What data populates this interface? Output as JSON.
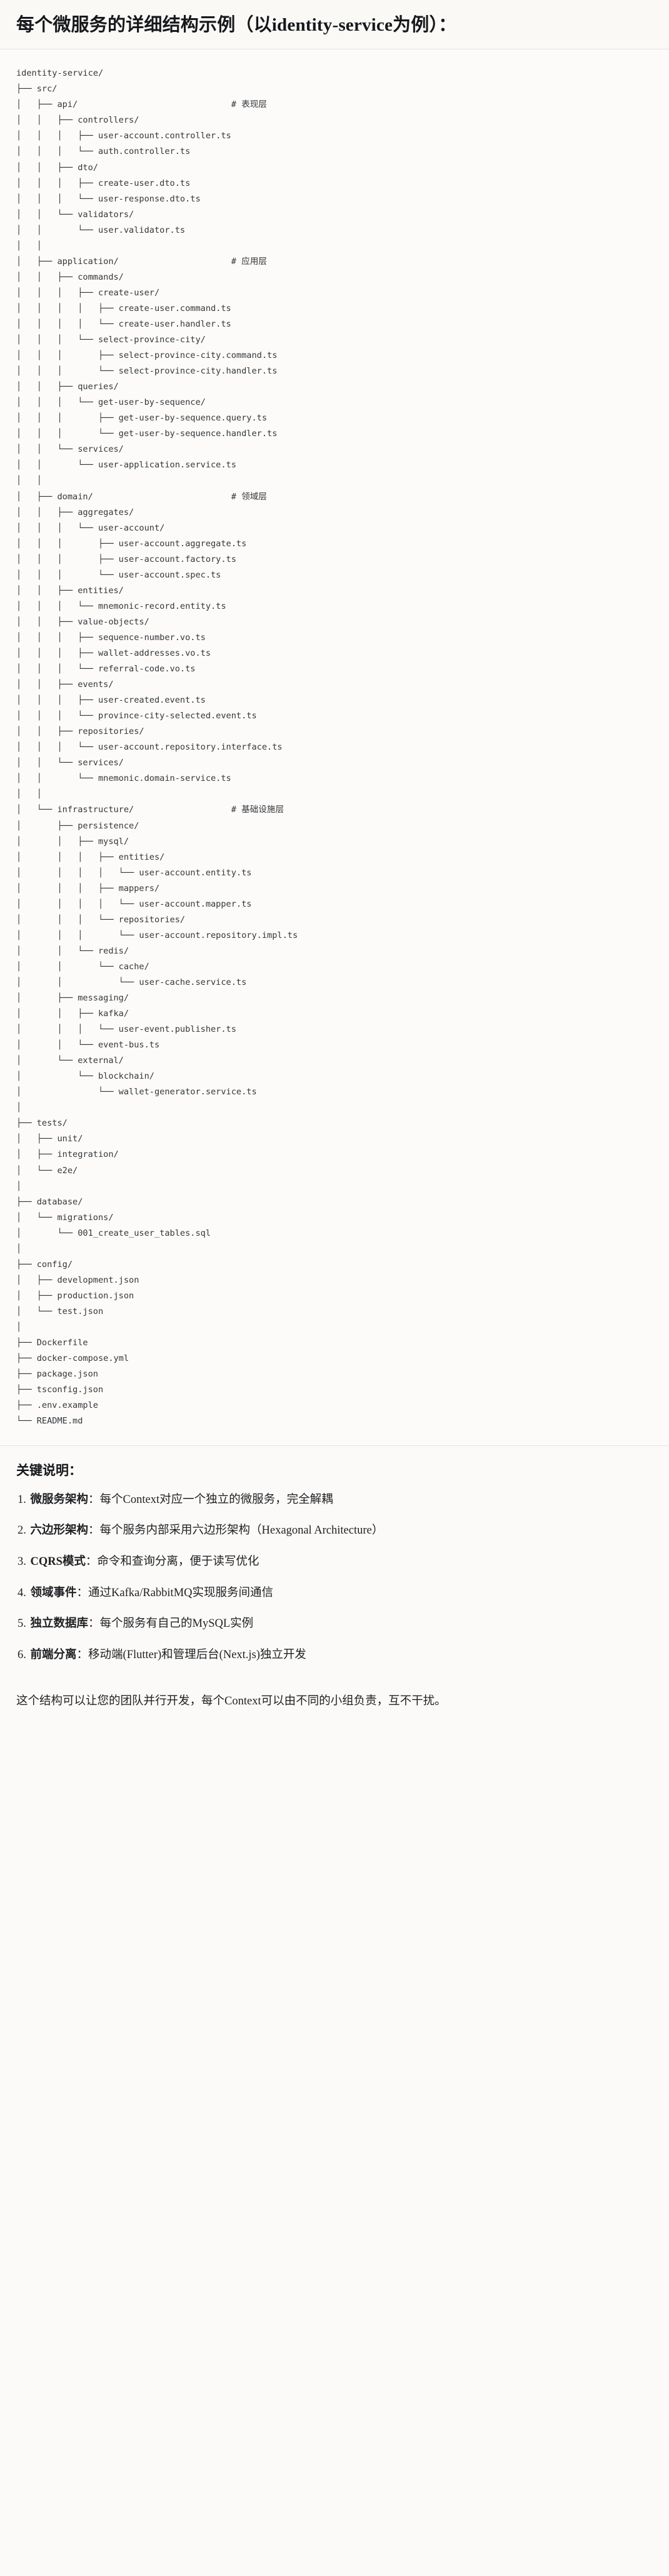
{
  "header": {
    "title": "每个微服务的详细结构示例（以identity-service为例）："
  },
  "tree": {
    "root": "identity-service/",
    "comment_marker": "#",
    "comments": {
      "api": "# 表现层",
      "application": "# 应用层",
      "domain": "# 领域层",
      "infrastructure": "# 基础设施层"
    },
    "text": "identity-service/\n├── src/\n│   ├── api/                              # 表现层\n│   │   ├── controllers/\n│   │   │   ├── user-account.controller.ts\n│   │   │   └── auth.controller.ts\n│   │   ├── dto/\n│   │   │   ├── create-user.dto.ts\n│   │   │   └── user-response.dto.ts\n│   │   └── validators/\n│   │       └── user.validator.ts\n│   │\n│   ├── application/                      # 应用层\n│   │   ├── commands/\n│   │   │   ├── create-user/\n│   │   │   │   ├── create-user.command.ts\n│   │   │   │   └── create-user.handler.ts\n│   │   │   └── select-province-city/\n│   │   │       ├── select-province-city.command.ts\n│   │   │       └── select-province-city.handler.ts\n│   │   ├── queries/\n│   │   │   └── get-user-by-sequence/\n│   │   │       ├── get-user-by-sequence.query.ts\n│   │   │       └── get-user-by-sequence.handler.ts\n│   │   └── services/\n│   │       └── user-application.service.ts\n│   │\n│   ├── domain/                           # 领域层\n│   │   ├── aggregates/\n│   │   │   └── user-account/\n│   │   │       ├── user-account.aggregate.ts\n│   │   │       ├── user-account.factory.ts\n│   │   │       └── user-account.spec.ts\n│   │   ├── entities/\n│   │   │   └── mnemonic-record.entity.ts\n│   │   ├── value-objects/\n│   │   │   ├── sequence-number.vo.ts\n│   │   │   ├── wallet-addresses.vo.ts\n│   │   │   └── referral-code.vo.ts\n│   │   ├── events/\n│   │   │   ├── user-created.event.ts\n│   │   │   └── province-city-selected.event.ts\n│   │   ├── repositories/\n│   │   │   └── user-account.repository.interface.ts\n│   │   └── services/\n│   │       └── mnemonic.domain-service.ts\n│   │\n│   └── infrastructure/                   # 基础设施层\n│       ├── persistence/\n│       │   ├── mysql/\n│       │   │   ├── entities/\n│       │   │   │   └── user-account.entity.ts\n│       │   │   ├── mappers/\n│       │   │   │   └── user-account.mapper.ts\n│       │   │   └── repositories/\n│       │   │       └── user-account.repository.impl.ts\n│       │   └── redis/\n│       │       └── cache/\n│       │           └── user-cache.service.ts\n│       ├── messaging/\n│       │   ├── kafka/\n│       │   │   └── user-event.publisher.ts\n│       │   └── event-bus.ts\n│       └── external/\n│           └── blockchain/\n│               └── wallet-generator.service.ts\n│\n├── tests/\n│   ├── unit/\n│   ├── integration/\n│   └── e2e/\n│\n├── database/\n│   └── migrations/\n│       └── 001_create_user_tables.sql\n│\n├── config/\n│   ├── development.json\n│   ├── production.json\n│   └── test.json\n│\n├── Dockerfile\n├── docker-compose.yml\n├── package.json\n├── tsconfig.json\n├── .env.example\n└── README.md"
  },
  "notes": {
    "title": "关键说明：",
    "items": [
      {
        "term": "微服务架构",
        "sep": "：",
        "desc": "每个Context对应一个独立的微服务，完全解耦"
      },
      {
        "term": "六边形架构",
        "sep": "：",
        "desc": "每个服务内部采用六边形架构（Hexagonal Architecture）"
      },
      {
        "term": "CQRS模式",
        "sep": "：",
        "desc": "命令和查询分离，便于读写优化"
      },
      {
        "term": "领域事件",
        "sep": "：",
        "desc": "通过Kafka/RabbitMQ实现服务间通信"
      },
      {
        "term": "独立数据库",
        "sep": "：",
        "desc": "每个服务有自己的MySQL实例"
      },
      {
        "term": "前端分离",
        "sep": "：",
        "desc": "移动端(Flutter)和管理后台(Next.js)独立开发"
      }
    ],
    "closing": "这个结构可以让您的团队并行开发，每个Context可以由不同的小组负责，互不干扰。"
  }
}
